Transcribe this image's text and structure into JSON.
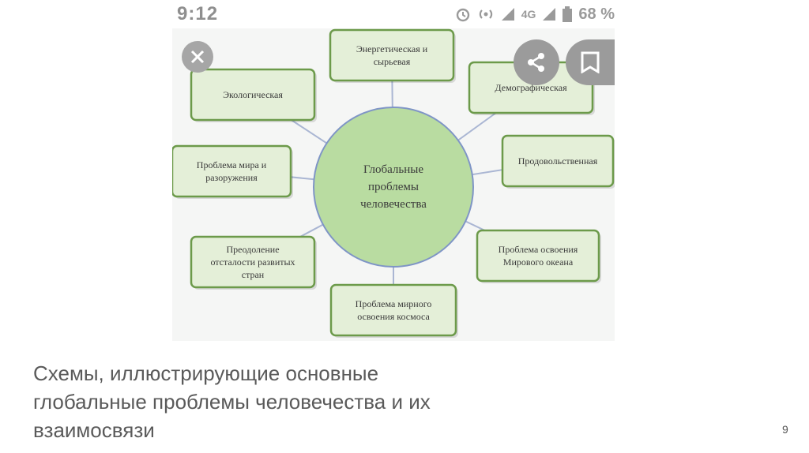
{
  "status_bar": {
    "time": "9:12",
    "network": "4G",
    "battery": "68 %",
    "icons": [
      "alarm-icon",
      "hotspot-icon",
      "signal-icon",
      "signal-icon-2",
      "battery-icon"
    ]
  },
  "overlay_buttons": {
    "close": "close-icon",
    "share": "share-icon",
    "bookmark": "bookmark-icon"
  },
  "diagram": {
    "center": [
      "Глобальные",
      "проблемы",
      "человечества"
    ],
    "nodes": [
      {
        "id": "energy",
        "lines": [
          "Энергетическая и",
          "сырьевая"
        ]
      },
      {
        "id": "demographic",
        "lines": [
          "Демографическая"
        ]
      },
      {
        "id": "food",
        "lines": [
          "Продовольственная"
        ]
      },
      {
        "id": "ocean",
        "lines": [
          "Проблема освоения",
          "Мирового океана"
        ]
      },
      {
        "id": "space",
        "lines": [
          "Проблема мирного",
          "освоения космоса"
        ]
      },
      {
        "id": "backwardness",
        "lines": [
          "Преодоление",
          "отсталости развитых",
          "стран"
        ]
      },
      {
        "id": "peace",
        "lines": [
          "Проблема мира и",
          "разоружения"
        ]
      },
      {
        "id": "ecology",
        "lines": [
          "Экологическая"
        ]
      }
    ],
    "colors": {
      "node_border": "#6c9a4a",
      "node_fill": "#e4efd8",
      "center_fill": "#b9dca1",
      "center_border": "#7f95c6",
      "connector": "#aab6d3"
    }
  },
  "caption": [
    "Схемы, иллюстрирующие основные",
    "глобальные проблемы человечества и их",
    "взаимосвязи"
  ],
  "page_number": "9"
}
